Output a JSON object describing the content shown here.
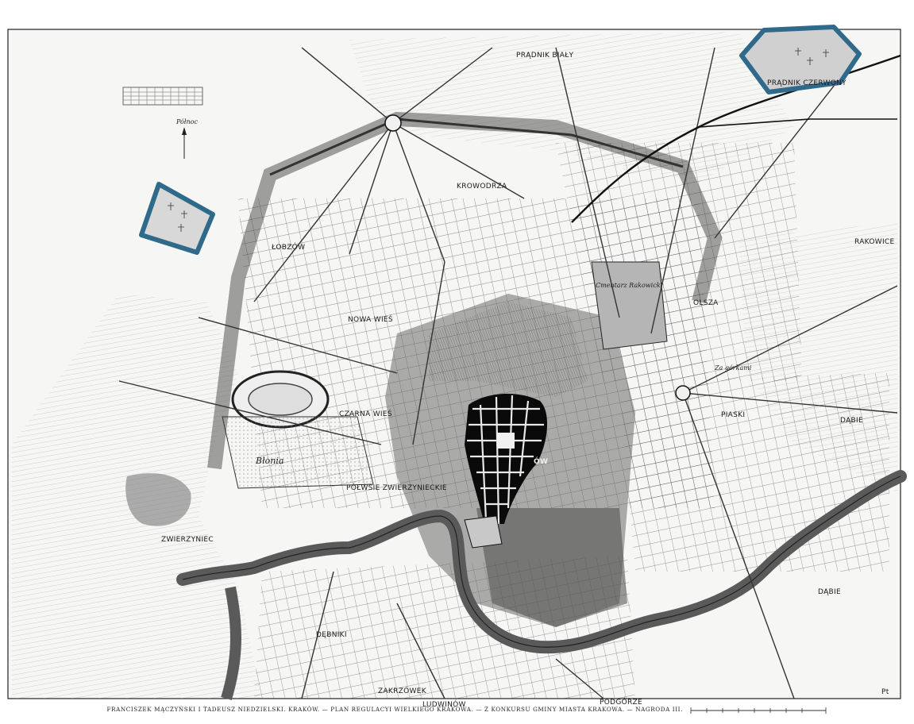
{
  "map": {
    "districts": {
      "pradnik_bialy": "PRĄDNIK BIAŁY",
      "pradnik_czerwony": "PRĄDNIK CZERWONY",
      "krowodrza": "KROWODRZA",
      "lobzow": "ŁOBZÓW",
      "nowa_wies": "NOWA WIEŚ",
      "czarna_wies": "CZARNA WIEŚ",
      "olsza": "OLSZA",
      "piaski": "PIASKI",
      "dabie_upper": "DĄBIE",
      "dabie_lower": "DĄBIE",
      "rakowice": "RAKOWICE",
      "polwsie_zwierzynieckie": "PÓŁWSIE ZWIERZYNIECKIE",
      "zwierzyniec": "ZWIERZYNIEC",
      "debniki": "DĘBNIKI",
      "zakrzowek": "ZAKRZÓWEK",
      "ludwinow": "LUDWINÓW",
      "podgorze": "PODGÓRZE",
      "krakow_center": "ÓW",
      "pt": "Pt"
    },
    "handwritten": {
      "cmentarz": "Cmentarz Rakowicki",
      "blonia": "Błonia",
      "za_gorkami": "Za górkami"
    },
    "north_label": "Północ",
    "colors": {
      "highlight_outline": "#2f6a8a",
      "ink": "#1a1a1a",
      "paper": "#f7f7f5",
      "river": "#5a5a5a",
      "old_town": "#0a0a0a"
    }
  },
  "caption": "FRANCISZEK MĄCZYŃSKI I TADEUSZ NIEDZIELSKI. KRAKÓW. — PLAN REGULACYI WIELKIEGO KRAKOWA. — Z KONKURSU GMINY MIASTA KRAKOWA. — NAGRODA III."
}
